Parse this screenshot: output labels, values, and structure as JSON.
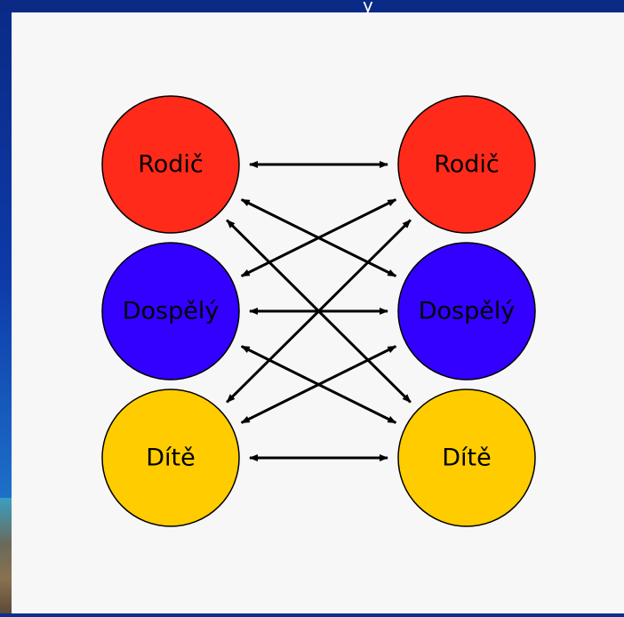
{
  "slide": {
    "title_fragment": "y"
  },
  "diagram": {
    "left_column": [
      {
        "id": "l-rodic",
        "label": "Rodič",
        "color": "#ff2a1a"
      },
      {
        "id": "l-dospely",
        "label": "Dospělý",
        "color": "#3300ff"
      },
      {
        "id": "l-dite",
        "label": "Dítě",
        "color": "#ffcc00"
      }
    ],
    "right_column": [
      {
        "id": "r-rodic",
        "label": "Rodič",
        "color": "#ff2a1a"
      },
      {
        "id": "r-dospely",
        "label": "Dospělý",
        "color": "#3300ff"
      },
      {
        "id": "r-dite",
        "label": "Dítě",
        "color": "#ffcc00"
      }
    ],
    "connections": [
      {
        "from": "l-rodic",
        "to": "r-rodic"
      },
      {
        "from": "l-rodic",
        "to": "r-dospely"
      },
      {
        "from": "l-rodic",
        "to": "r-dite"
      },
      {
        "from": "l-dospely",
        "to": "r-rodic"
      },
      {
        "from": "l-dospely",
        "to": "r-dospely"
      },
      {
        "from": "l-dospely",
        "to": "r-dite"
      },
      {
        "from": "l-dite",
        "to": "r-rodic"
      },
      {
        "from": "l-dite",
        "to": "r-dospely"
      },
      {
        "from": "l-dite",
        "to": "r-dite"
      }
    ],
    "arrows": "bidirectional"
  }
}
